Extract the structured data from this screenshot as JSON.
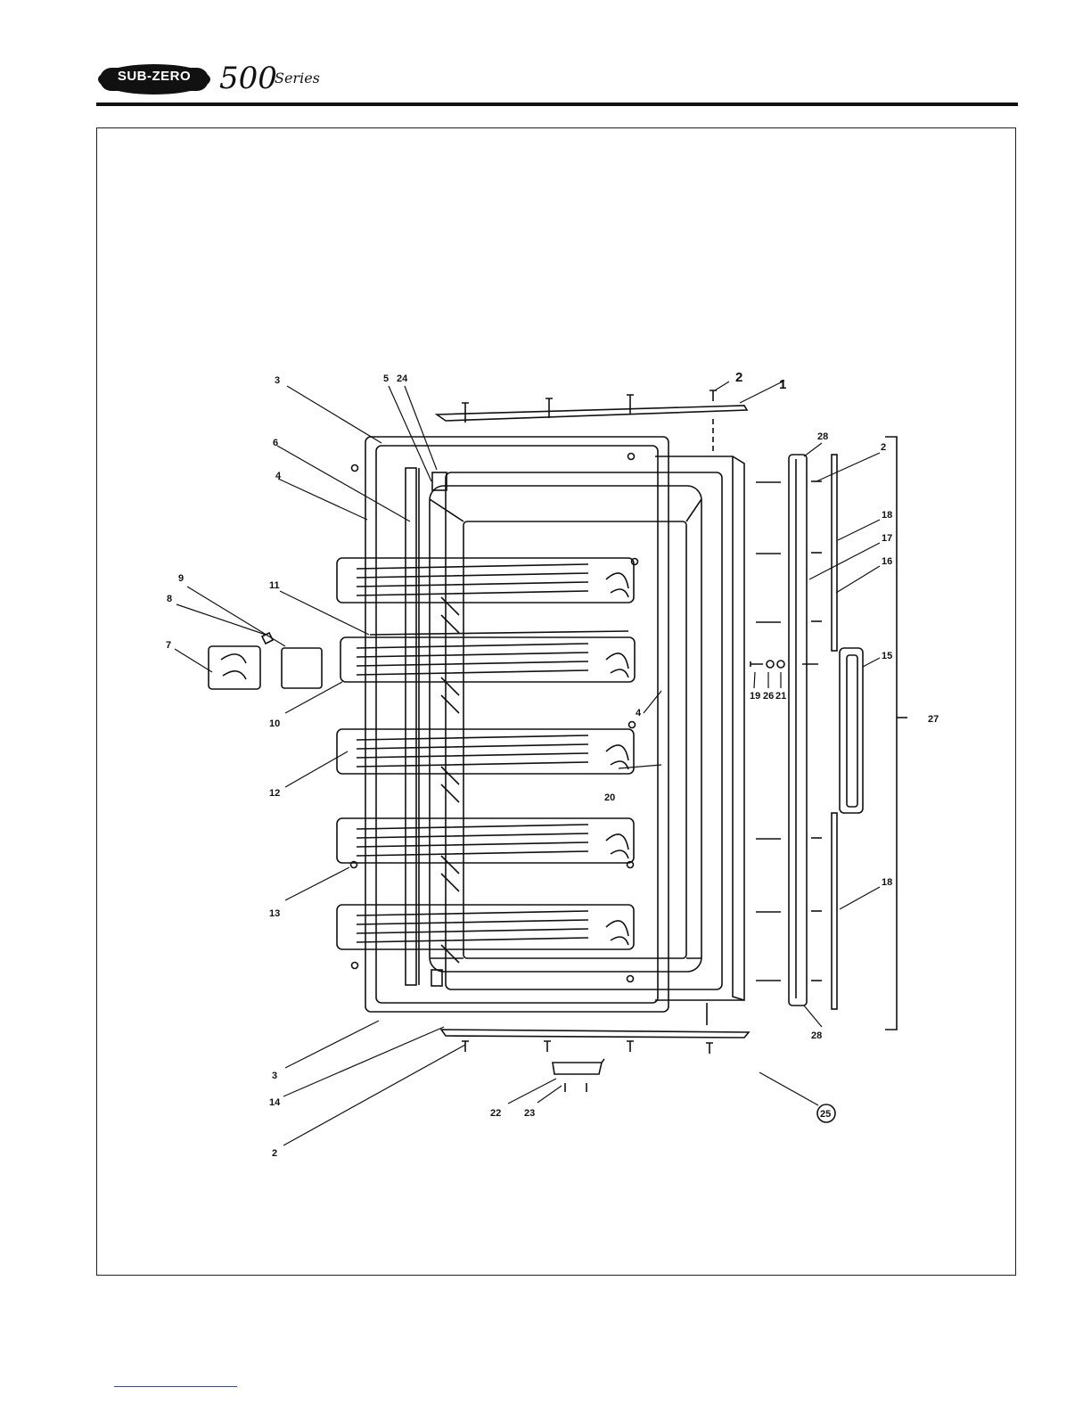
{
  "header": {
    "brand": "SUB-ZERO",
    "series_number": "500",
    "series_word": "Series"
  },
  "diagram": {
    "callouts": {
      "c1": "1",
      "c2_top": "2",
      "c2_right": "2",
      "c2_bottom": "2",
      "c3_top": "3",
      "c3_bottom": "3",
      "c4_left": "4",
      "c4_mid": "4",
      "c5": "5",
      "c6": "6",
      "c7": "7",
      "c8": "8",
      "c9": "9",
      "c10": "10",
      "c11": "11",
      "c12": "12",
      "c13": "13",
      "c14": "14",
      "c15": "15",
      "c16": "16",
      "c17": "17",
      "c18_top": "18",
      "c18_bottom": "18",
      "c19": "19",
      "c20": "20",
      "c21": "21",
      "c22": "22",
      "c23": "23",
      "c24": "24",
      "c25": "25",
      "c26": "26",
      "c27": "27",
      "c28_top": "28",
      "c28_bottom": "28"
    }
  }
}
